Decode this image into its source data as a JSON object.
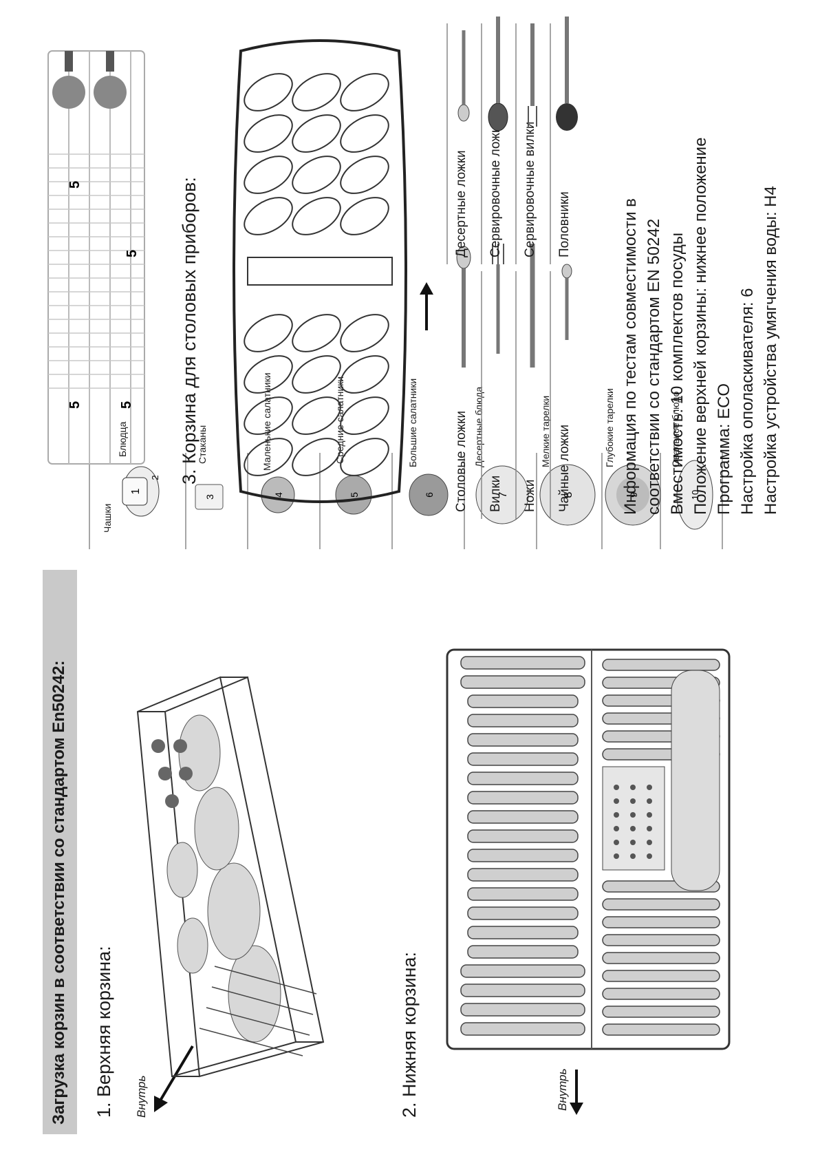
{
  "header": {
    "title": "Загрузка корзин в соответствии со стандартом En50242:"
  },
  "sections": {
    "upper": "1. Верхняя корзина:",
    "lower": "2. Нижняя корзина:",
    "cutlery": "3. Корзина для  столовых приборов:"
  },
  "direction_label": "Внутрь",
  "legend": [
    {
      "num": "1",
      "label": "Чашки"
    },
    {
      "num": "2",
      "label": "Блюдца"
    },
    {
      "num": "3",
      "label": "Стаканы"
    },
    {
      "num": "4",
      "label": "Маленькие салатники"
    },
    {
      "num": "5",
      "label": "Средние салатники"
    },
    {
      "num": "6",
      "label": "Большие салатники"
    },
    {
      "num": "7",
      "label": "Десертные блюда"
    },
    {
      "num": "8",
      "label": "Мелкие тарелки"
    },
    {
      "num": "9",
      "label": "Глубокие тарелки"
    },
    {
      "num": "10",
      "label": "Овальное блюдо"
    }
  ],
  "cutlery_left": [
    "Столовые ложки",
    "Вилки",
    "Ножи",
    "Чайные ложки"
  ],
  "cutlery_right": [
    "Десертные ложки",
    "Сервировочные ложки",
    "Сервировочные вилки",
    "Половники"
  ],
  "top_rack_marks": [
    "5",
    "5",
    "5",
    "5"
  ],
  "info": [
    "Информация по тестам совместимости в",
    "соответствии со стандартом EN 50242",
    "Вместимость: 10 комплектов посуды",
    "Положение верхней корзины: нижнее положение",
    "Программа: ECO",
    "Настройка ополаскивателя: 6",
    "Настройка устройства умягчения воды: H4"
  ]
}
